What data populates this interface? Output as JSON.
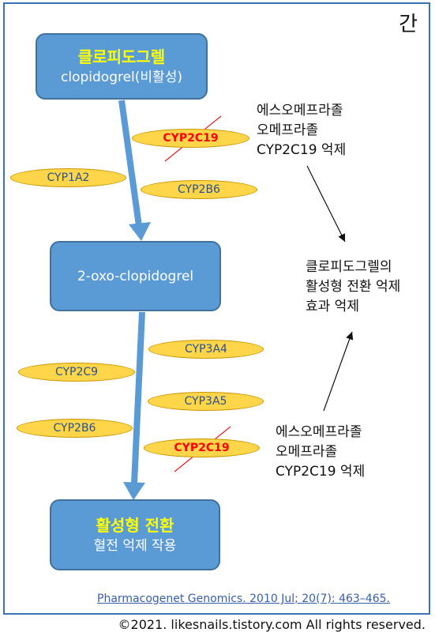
{
  "corner_label": "간",
  "boxes": {
    "top": {
      "title": "클로피도그렐",
      "subtitle": "clopidogrel(비활성)"
    },
    "middle": {
      "title": "2-oxo-clopidogrel"
    },
    "bottom": {
      "title": "활성형 전환",
      "subtitle": "혈전 억제 작용"
    }
  },
  "step1_enzymes": [
    {
      "label": "CYP2C19",
      "inhibited": true
    },
    {
      "label": "CYP1A2",
      "inhibited": false
    },
    {
      "label": "CYP2B6",
      "inhibited": false
    }
  ],
  "step2_enzymes": [
    {
      "label": "CYP3A4",
      "inhibited": false
    },
    {
      "label": "CYP2C9",
      "inhibited": false
    },
    {
      "label": "CYP3A5",
      "inhibited": false
    },
    {
      "label": "CYP2B6",
      "inhibited": false
    },
    {
      "label": "CYP2C19",
      "inhibited": true
    }
  ],
  "notes": {
    "top_inhibitor": [
      "에스오메프라졸",
      "오메프라졸",
      "CYP2C19 억제"
    ],
    "effect": [
      "클로피도그렐의",
      "활성형 전환 억제",
      "효과 억제"
    ],
    "bottom_inhibitor": [
      "에스오메프라졸",
      "오메프라졸",
      "CYP2C19 억제"
    ]
  },
  "citation": "Pharmacogenet Genomics. 2010 Jul; 20(7): 463–465.",
  "copyright": "©2021. likesnails.tistory.com All rights reserved.",
  "colors": {
    "box_fill": "#5b9bd5",
    "title_highlight": "#ffff00",
    "enzyme_fill": "#ffd54a",
    "inhibited_text": "#ff0000",
    "frame": "#3a72b8"
  }
}
